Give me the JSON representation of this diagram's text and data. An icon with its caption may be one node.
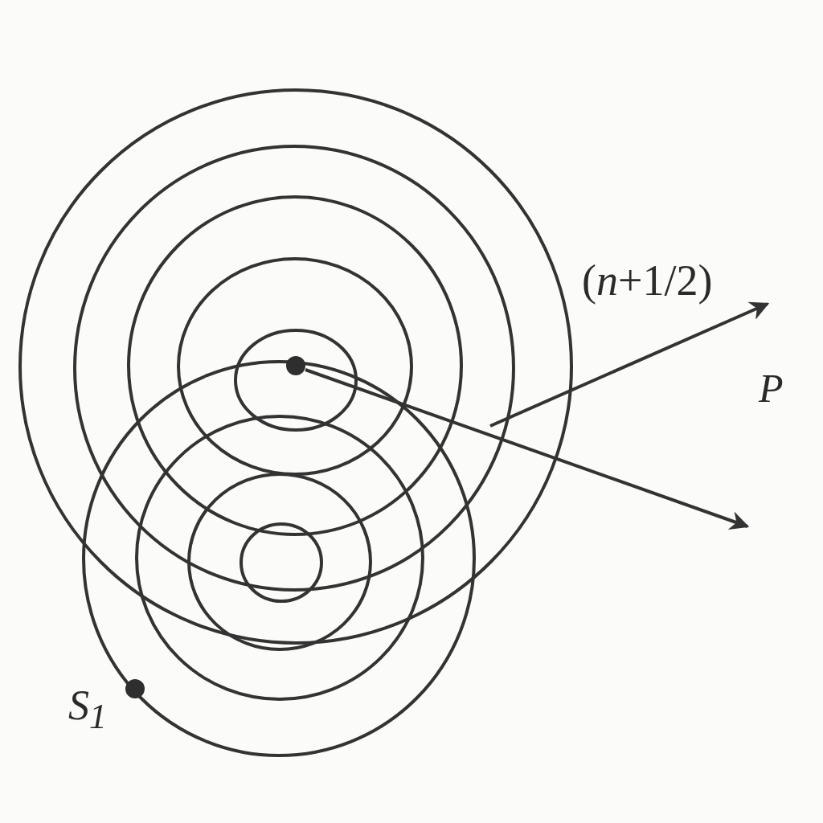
{
  "diagram": {
    "labels": [
      "(*n*+1/2)",
      "P",
      "S$_{1}$"
    ]
  }
}
